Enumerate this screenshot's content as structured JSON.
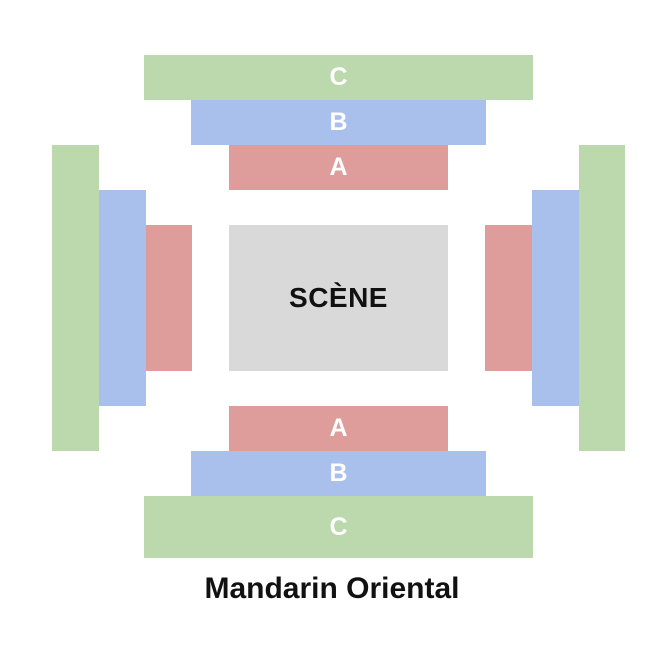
{
  "colors": {
    "section_a": "#de9d9b",
    "section_b": "#a9bfec",
    "section_c": "#bcd8ad",
    "stage": "#d9d9d9"
  },
  "stage": {
    "label": "SCÈNE"
  },
  "sections": {
    "top": {
      "a": "A",
      "b": "B",
      "c": "C"
    },
    "bottom": {
      "a": "A",
      "b": "B",
      "c": "C"
    }
  },
  "venue": {
    "name": "Mandarin Oriental"
  }
}
